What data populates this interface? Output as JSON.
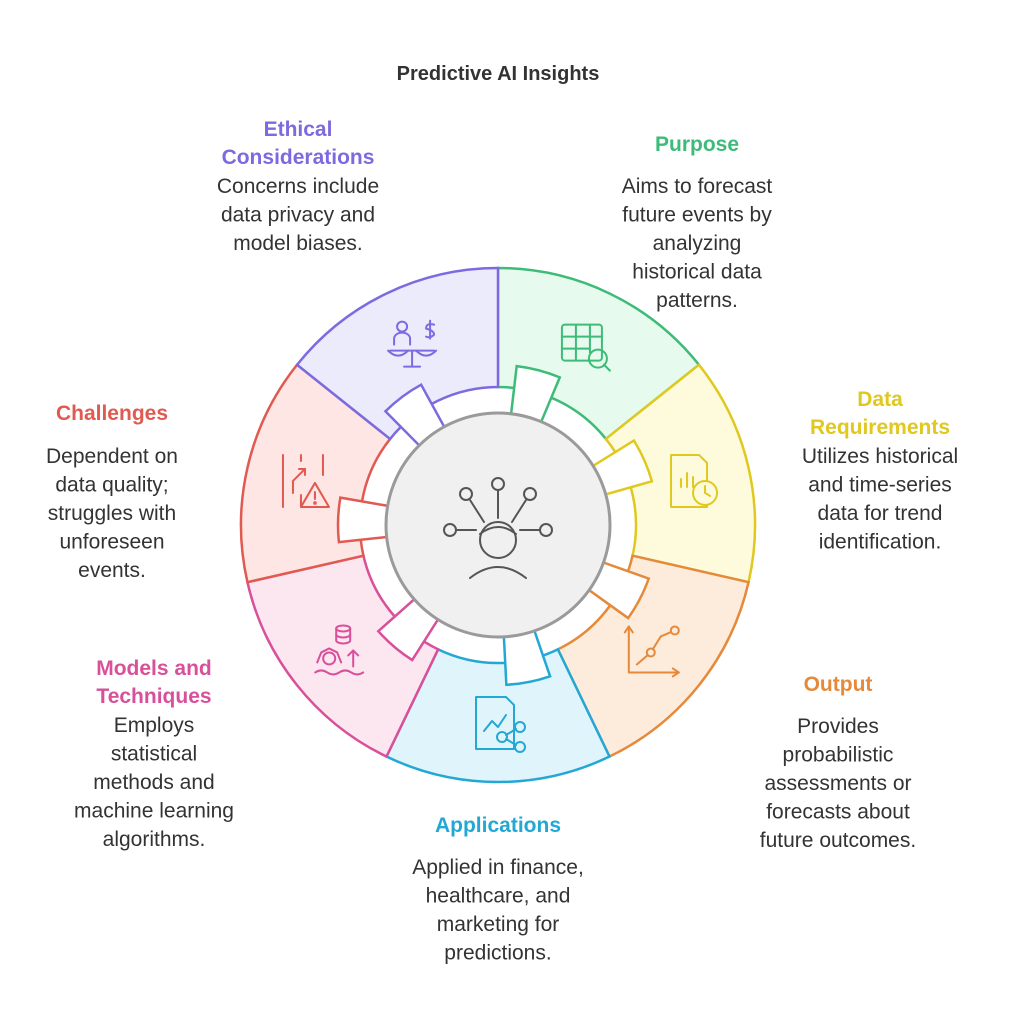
{
  "title": "Predictive AI Insights",
  "center": {
    "icon": "person-thinking-icon",
    "fill": "#f0f0f0",
    "stroke": "#9a9a9a"
  },
  "segments": [
    {
      "key": "purpose",
      "icon": "table-search-icon",
      "color": "#3dbb78",
      "fill": "#e6fbee",
      "title": [
        "Purpose"
      ],
      "desc": [
        "Aims to forecast",
        "future events by",
        "analyzing",
        "historical data",
        "patterns."
      ]
    },
    {
      "key": "data-requirements",
      "icon": "chart-clock-icon",
      "color": "#e0c81f",
      "fill": "#fdfbdc",
      "title": [
        "Data",
        "Requirements"
      ],
      "desc": [
        "Utilizes historical",
        "and time-series",
        "data for trend",
        "identification."
      ]
    },
    {
      "key": "output",
      "icon": "line-chart-icon",
      "color": "#e58a3a",
      "fill": "#fdebdc",
      "title": [
        "Output"
      ],
      "desc": [
        "Provides",
        "probabilistic",
        "assessments or",
        "forecasts about",
        "future outcomes."
      ]
    },
    {
      "key": "applications",
      "icon": "chart-share-icon",
      "color": "#23a8d6",
      "fill": "#e0f4fb",
      "title": [
        "Applications"
      ],
      "desc": [
        "Applied in finance,",
        "healthcare, and",
        "marketing for",
        "predictions."
      ]
    },
    {
      "key": "models-techniques",
      "icon": "data-gear-icon",
      "color": "#d9509a",
      "fill": "#fce7f1",
      "title": [
        "Models and",
        "Techniques"
      ],
      "desc": [
        "Employs",
        "statistical",
        "methods and",
        "machine learning",
        "algorithms."
      ]
    },
    {
      "key": "challenges",
      "icon": "warning-chart-icon",
      "color": "#e05a52",
      "fill": "#fde6e4",
      "title": [
        "Challenges"
      ],
      "desc": [
        "Dependent on",
        "data quality;",
        "struggles with",
        "unforeseen",
        "events."
      ]
    },
    {
      "key": "ethical-considerations",
      "icon": "balance-scale-icon",
      "color": "#7c6be0",
      "fill": "#ecebfb",
      "title": [
        "Ethical",
        "Considerations"
      ],
      "desc": [
        "Concerns include",
        "data privacy and",
        "model biases."
      ]
    }
  ]
}
